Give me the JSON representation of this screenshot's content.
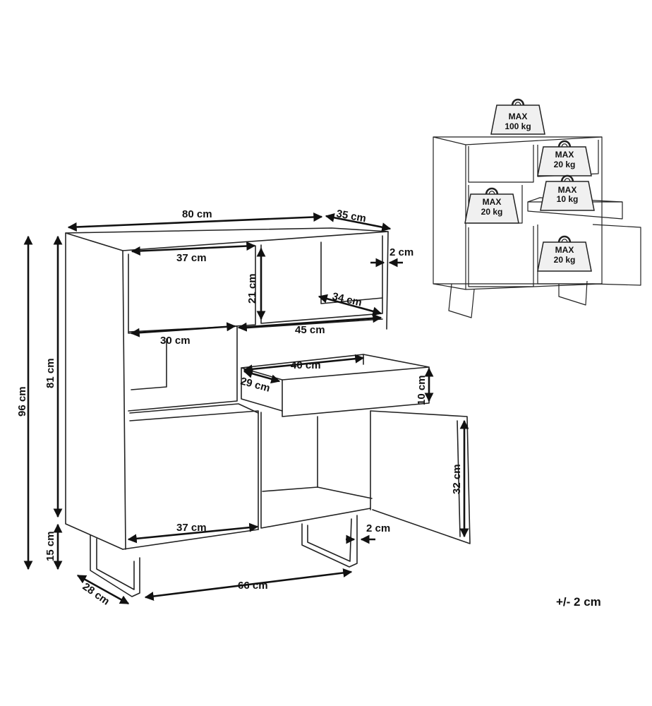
{
  "dimensions": {
    "width_top": "80 cm",
    "depth_top": "35 cm",
    "height_total": "96 cm",
    "height_body": "81 cm",
    "height_legs": "15 cm",
    "shelf_top_left_width": "37 cm",
    "shelf_top_left_height": "21 cm",
    "top_right_depth": "34 cm",
    "panel_thickness_top": "2 cm",
    "middle_left_width": "30 cm",
    "middle_right_width": "45 cm",
    "drawer_width": "40 cm",
    "drawer_depth": "29 cm",
    "drawer_height": "10 cm",
    "door_height": "32 cm",
    "bottom_left_width": "37 cm",
    "panel_thickness_bottom": "2 cm",
    "legs_span": "66 cm",
    "legs_depth": "28 cm"
  },
  "weights": [
    {
      "line1": "MAX",
      "line2": "100 kg"
    },
    {
      "line1": "MAX",
      "line2": "20 kg"
    },
    {
      "line1": "MAX",
      "line2": "20 kg"
    },
    {
      "line1": "MAX",
      "line2": "10 kg"
    },
    {
      "line1": "MAX",
      "line2": "20 kg"
    }
  ],
  "tolerance": "+/- 2 cm"
}
